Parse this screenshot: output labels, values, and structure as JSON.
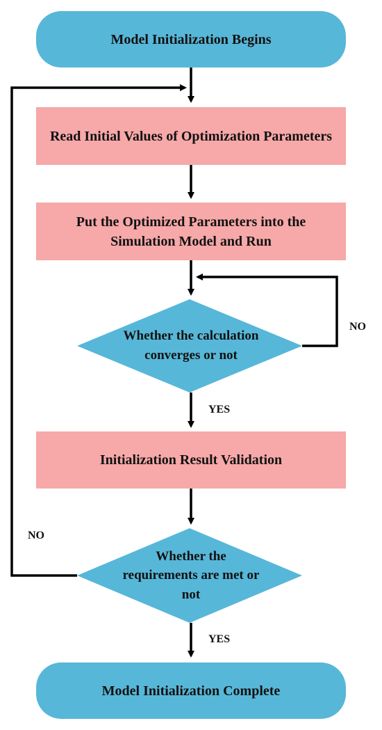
{
  "colors": {
    "terminal_fill": "#57b7d8",
    "process_fill": "#f7a8a8",
    "decision_fill": "#57b7d8",
    "line": "#000000"
  },
  "nodes": {
    "start": "Model Initialization Begins",
    "read_params": "Read Initial Values of Optimization Parameters",
    "put_params": "Put the Optimized Parameters into the Simulation Model and Run",
    "converge_decision": "Whether the calculation converges or not",
    "validation": "Initialization Result Validation",
    "requirements_decision": "Whether the requirements are met or not",
    "end": "Model Initialization Complete"
  },
  "labels": {
    "converge_no": "NO",
    "converge_yes": "YES",
    "requirements_no": "NO",
    "requirements_yes": "YES"
  }
}
